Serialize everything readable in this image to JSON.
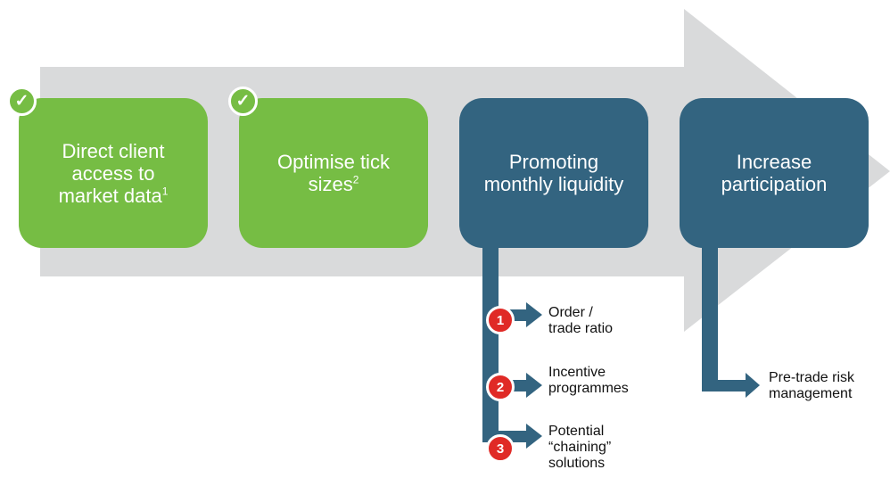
{
  "colors": {
    "arrow": "#d9dadb",
    "done": "#76bd44",
    "pending": "#336480",
    "badge": "#e02a26"
  },
  "steps": [
    {
      "lines": [
        "Direct client",
        "access to",
        "market data"
      ],
      "footnote": "1",
      "status": "done",
      "icon": "check-icon"
    },
    {
      "lines": [
        "Optimise tick",
        "sizes"
      ],
      "footnote": "2",
      "status": "done",
      "icon": "check-icon"
    },
    {
      "lines": [
        "Promoting",
        "monthly liquidity"
      ],
      "status": "pending"
    },
    {
      "lines": [
        "Increase",
        "participation"
      ],
      "status": "pending"
    }
  ],
  "check_glyph": "✓",
  "liquidity_items": [
    {
      "number": "1",
      "lines": [
        "Order /",
        "trade ratio"
      ]
    },
    {
      "number": "2",
      "lines": [
        "Incentive",
        "programmes"
      ]
    },
    {
      "number": "3",
      "lines": [
        "Potential",
        "“chaining”",
        "solutions"
      ]
    }
  ],
  "participation_items": [
    {
      "lines": [
        "Pre-trade risk",
        "management"
      ]
    }
  ]
}
